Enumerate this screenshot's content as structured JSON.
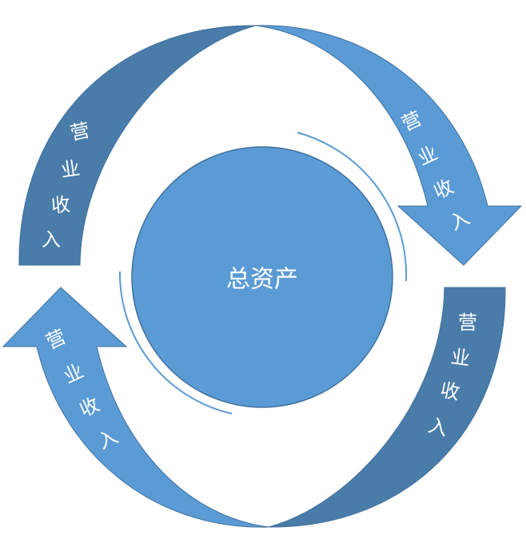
{
  "center_label": "总资产",
  "arrows": [
    {
      "chars": [
        "营",
        "业",
        "收",
        "入"
      ]
    },
    {
      "chars": [
        "营",
        "业",
        "收",
        "入"
      ]
    },
    {
      "chars": [
        "营",
        "业",
        "收",
        "入"
      ]
    },
    {
      "chars": [
        "营",
        "业",
        "收",
        "入"
      ]
    }
  ],
  "colors": {
    "light": "#5b9bd5",
    "dark": "#4a7caa",
    "stroke": "#41719c"
  }
}
